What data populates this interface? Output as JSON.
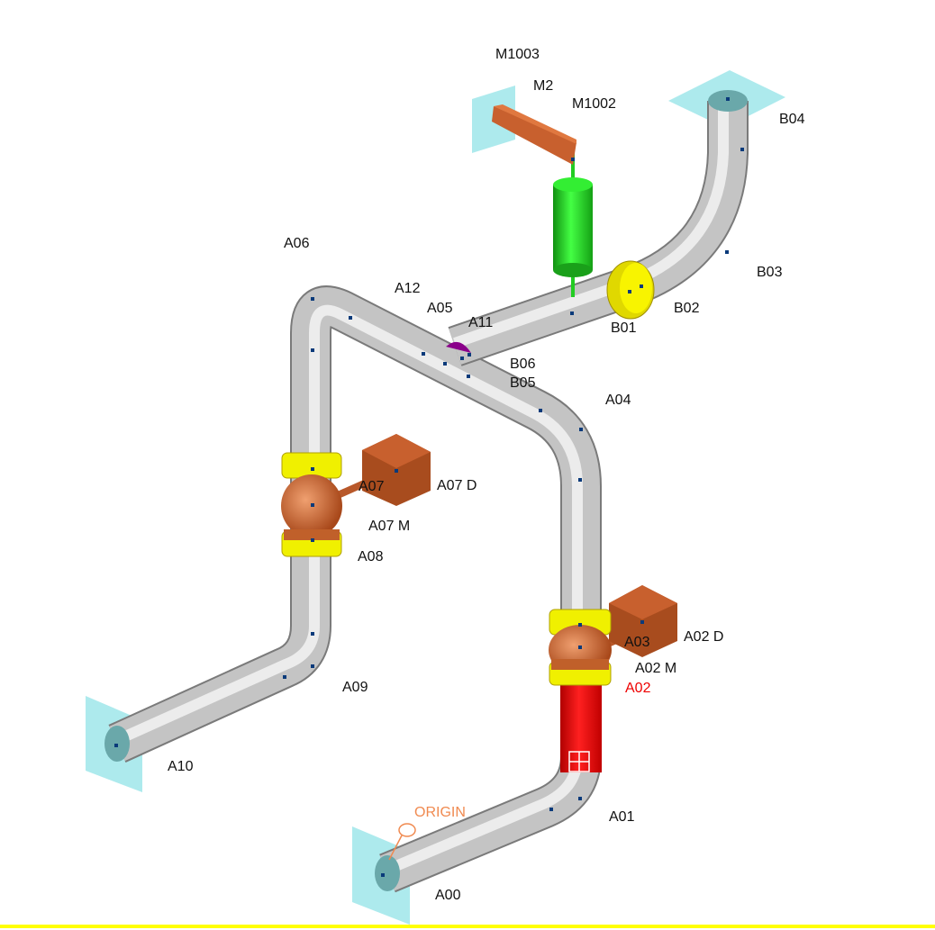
{
  "labels": {
    "M1003": "M1003",
    "M2": "M2",
    "M1002": "M1002",
    "B04": "B04",
    "B03": "B03",
    "B02": "B02",
    "B01": "B01",
    "A06": "A06",
    "A12": "A12",
    "A05": "A05",
    "A11": "A11",
    "B06": "B06",
    "B05": "B05",
    "A04": "A04",
    "A07": "A07",
    "A07D": "A07 D",
    "A07M": "A07 M",
    "A08": "A08",
    "A09": "A09",
    "A10": "A10",
    "A03": "A03",
    "A02D": "A02 D",
    "A02M": "A02 M",
    "A02": "A02",
    "A01": "A01",
    "ORIGIN": "ORIGIN",
    "A00": "A00"
  },
  "colors": {
    "pipe": "#c4c4c4",
    "flange": "#f0f000",
    "valve": "#c0602a",
    "hanger": "#22dd22",
    "anchor": "#9fe6ea",
    "selected": "#ee0000",
    "origin": "#f08a50",
    "node": "#0a3a7a"
  }
}
